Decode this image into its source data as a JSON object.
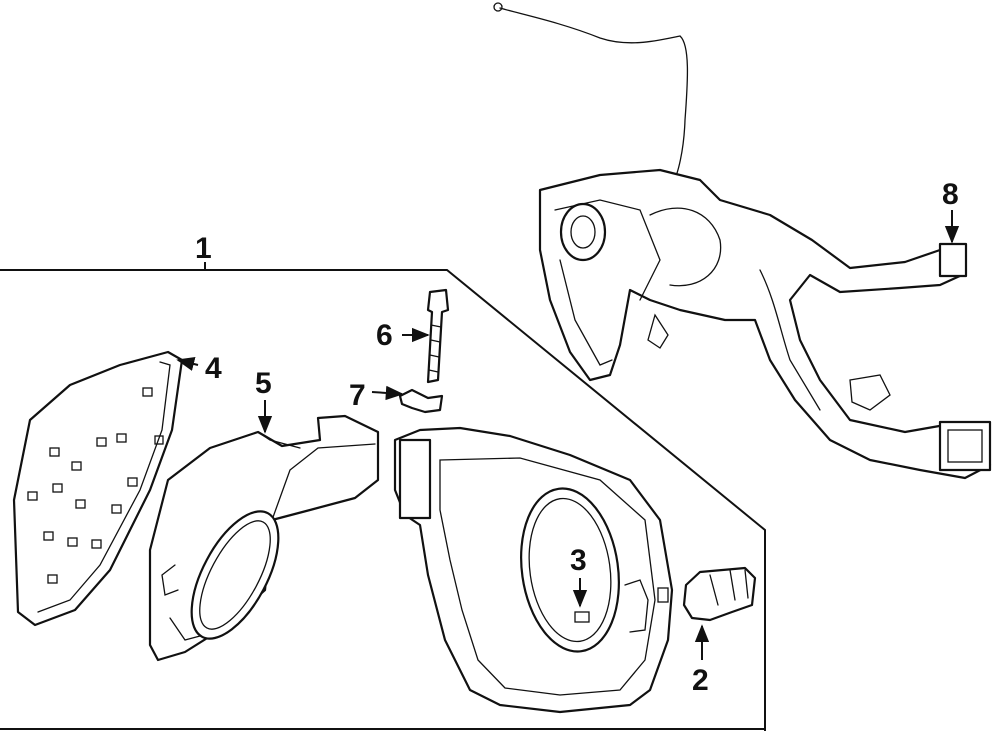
{
  "diagram": {
    "callouts": {
      "c1": "1",
      "c2": "2",
      "c3": "3",
      "c4": "4",
      "c5": "5",
      "c6": "6",
      "c7": "7",
      "c8": "8"
    }
  }
}
